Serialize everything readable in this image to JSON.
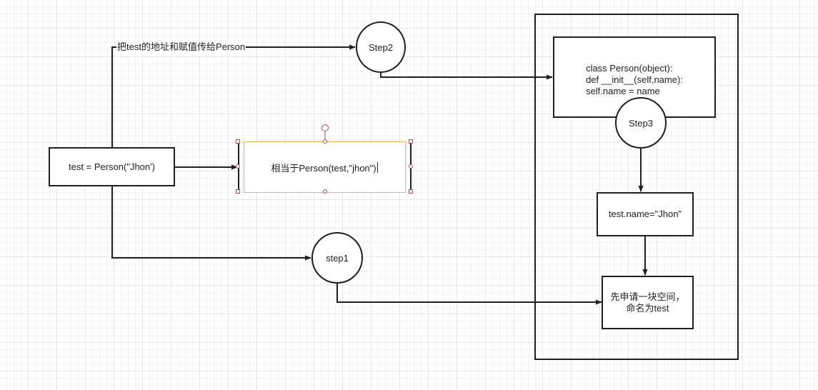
{
  "edge_label_top": "把test的地址和赋值传给Person",
  "nodes": {
    "test_assign": "test = Person(\"Jhon')",
    "equivalent": "相当于Person(test,\"jhon\")",
    "step1": "step1",
    "step2": "Step2",
    "step3": "Step3",
    "class_def": "class Person(object):\n    def __init__(self,name):\n        self.name = name",
    "test_name": "test.name=\"Jhon\"",
    "alloc": "先申请一块空间，\n命名为test"
  },
  "colors": {
    "stroke": "#1f1f1f",
    "selection": "#f0b24a",
    "handle": "#b04b4b",
    "grid": "#e6e6e6"
  }
}
